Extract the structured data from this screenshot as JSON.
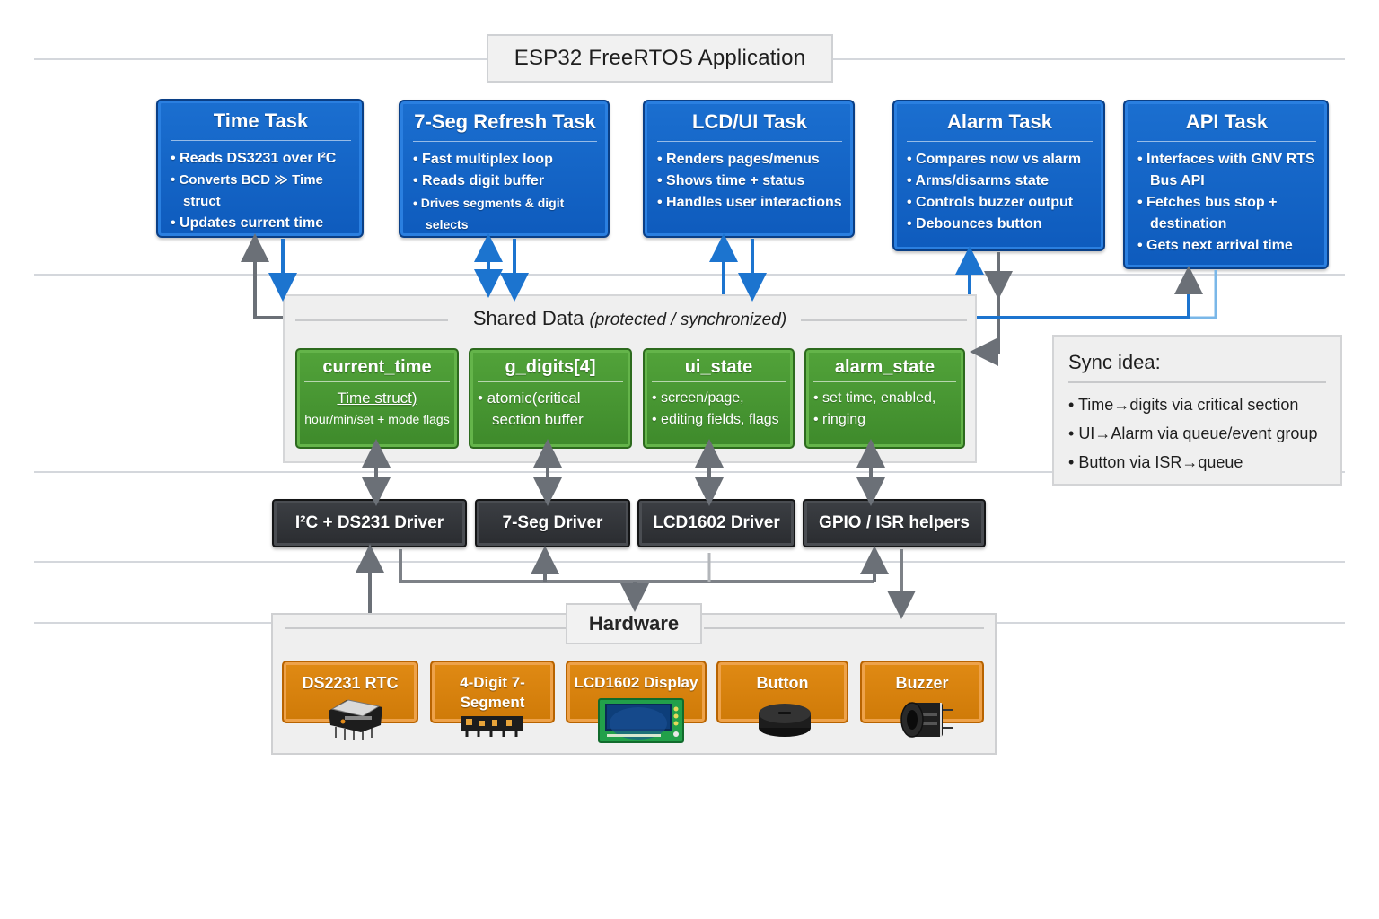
{
  "title": "ESP32 FreeRTOS Application",
  "tasks": [
    {
      "title": "Time Task",
      "bullets": [
        "Reads DS3231 over I²C",
        "Converts BCD ≫ Time struct",
        "Updates current time"
      ]
    },
    {
      "title": "7-Seg Refresh Task",
      "bullets": [
        "Fast multiplex loop",
        "Reads digit buffer",
        "Drives segments & digit selects"
      ]
    },
    {
      "title": "LCD/UI Task",
      "bullets": [
        "Renders pages/menus",
        "Shows time + status",
        "Handles user interactions"
      ]
    },
    {
      "title": "Alarm Task",
      "bullets": [
        "Compares now vs alarm",
        "Arms/disarms state",
        "Controls buzzer output",
        "Debounces button"
      ]
    },
    {
      "title": "API Task",
      "bullets": [
        "Interfaces with GNV RTS Bus API",
        "Fetches bus stop + destination",
        "Gets next arrival time"
      ]
    }
  ],
  "shared": {
    "title": "Shared Data",
    "subtitle": "(protected / synchronized)",
    "items": [
      {
        "name": "current_time",
        "line1": "Time struct)",
        "line2": "hour/min/set + mode flags"
      },
      {
        "name": "g_digits[4]",
        "line1": "• atomic(critical",
        "line2": "section buffer"
      },
      {
        "name": "ui_state",
        "line1": "• screen/page,",
        "line2": "• editing fields, flags"
      },
      {
        "name": "alarm_state",
        "line1": "• set time, enabled,",
        "line2": "• ringing"
      }
    ]
  },
  "sync": {
    "title": "Sync idea:",
    "bullets": [
      "Time→digits via critical section",
      "UI→Alarm via queue/event group",
      "Button via ISR→queue"
    ]
  },
  "drivers": [
    "I²C + DS231 Driver",
    "7-Seg Driver",
    "LCD1602 Driver",
    "GPIO / ISR helpers"
  ],
  "hardware": {
    "title": "Hardware",
    "items": [
      {
        "label": "DS2231 RTC",
        "icon": "rtc-chip-icon"
      },
      {
        "label": "4-Digit 7-Segment",
        "icon": "seven-segment-icon"
      },
      {
        "label": "LCD1602 Display",
        "icon": "lcd-display-icon"
      },
      {
        "label": "Button",
        "icon": "push-button-icon"
      },
      {
        "label": "Buzzer",
        "icon": "buzzer-icon"
      }
    ]
  },
  "colors": {
    "task_blue": "#0e5bbd",
    "data_green": "#3e8a2b",
    "driver_dark": "#2a2c30",
    "hardware_orange": "#cf7a08",
    "arrow_gray": "#6b7077",
    "arrow_blue": "#1c74cf"
  }
}
